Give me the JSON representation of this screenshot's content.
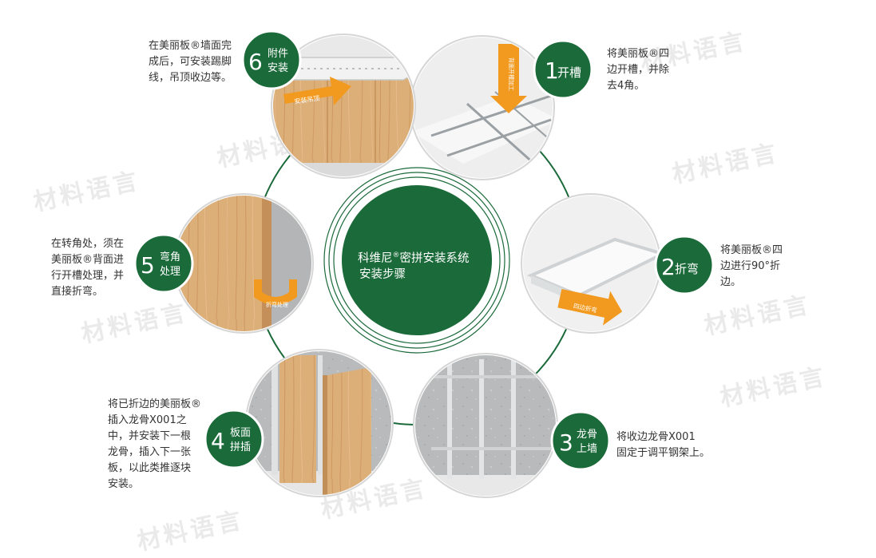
{
  "colors": {
    "green": "#1b6a3a",
    "orange": "#f29a1f",
    "wood": "#dcae78",
    "gray": "#bfc1c2"
  },
  "center": {
    "title_line1": "科维尼",
    "reg": "®",
    "title_line1b": "密拼安装系统",
    "title_line2": "安装步骤"
  },
  "steps": [
    {
      "num": "1",
      "label": [
        "开槽"
      ],
      "desc": [
        "将美丽板®四",
        "边开槽，并除",
        "去4角。"
      ],
      "tag": "背面开槽加工",
      "icon": "slotting-image"
    },
    {
      "num": "2",
      "label": [
        "折弯"
      ],
      "desc": [
        "将美丽板®四",
        "边进行90°折",
        "边。"
      ],
      "tag": "四边折弯",
      "icon": "bending-image"
    },
    {
      "num": "3",
      "label": [
        "龙骨",
        "上墙"
      ],
      "desc": [
        "将收边龙骨X001",
        "固定于调平钢架上。"
      ],
      "tag": "",
      "icon": "keel-image"
    },
    {
      "num": "4",
      "label": [
        "板面",
        "拼插"
      ],
      "desc": [
        "将已折边的美丽板®",
        "插入龙骨X001之",
        "中，并安装下一根",
        "龙骨，插入下一张",
        "板，以此类推逐块",
        "安装。"
      ],
      "tag": "",
      "icon": "panel-insert-image"
    },
    {
      "num": "5",
      "label": [
        "弯角",
        "处理"
      ],
      "desc": [
        "在转角处，须在",
        "美丽板®背面进",
        "行开槽处理，并",
        "直接折弯。"
      ],
      "tag": "折弯处理",
      "icon": "corner-image"
    },
    {
      "num": "6",
      "label": [
        "附件",
        "安装"
      ],
      "desc": [
        "在美丽板®墙面完",
        "成后，可安装踢脚",
        "线，吊顶收边等。"
      ],
      "tag": "安装吊顶",
      "icon": "accessory-image"
    }
  ],
  "watermark": "材料语言"
}
